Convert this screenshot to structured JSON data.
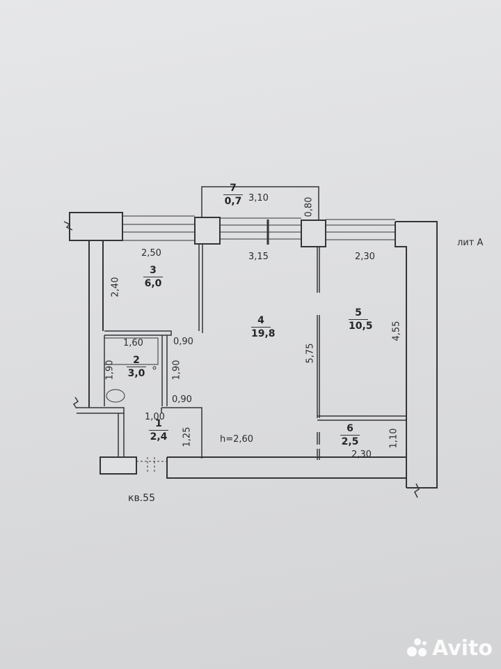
{
  "plan": {
    "apartment_label": "кв.55",
    "litera": "лит А",
    "ceiling_height": "h=2,60"
  },
  "rooms": [
    {
      "id": "1",
      "area": "2,4"
    },
    {
      "id": "2",
      "area": "3,0"
    },
    {
      "id": "3",
      "area": "6,0"
    },
    {
      "id": "4",
      "area": "19,8"
    },
    {
      "id": "5",
      "area": "10,5"
    },
    {
      "id": "6",
      "area": "2,5"
    },
    {
      "id": "7",
      "area": "0,7"
    }
  ],
  "dimensions": {
    "d_3_10": "3,10",
    "d_0_80": "0,80",
    "d_2_50": "2,50",
    "d_3_15": "3,15",
    "d_2_30_top": "2,30",
    "d_2_40": "2,40",
    "d_4_55": "4,55",
    "d_1_60": "1,60",
    "d_0_90_a": "0,90",
    "d_1_90_left": "1,90",
    "d_1_90_right": "1,90",
    "d_5_75": "5,75",
    "d_0_90_b": "0,90",
    "d_1_00": "1,00",
    "d_1_25": "1,25",
    "d_1_10": "1,10",
    "d_2_30_bottom": "2,30"
  },
  "watermark": {
    "text": "Avito",
    "color": "#ffffff"
  }
}
